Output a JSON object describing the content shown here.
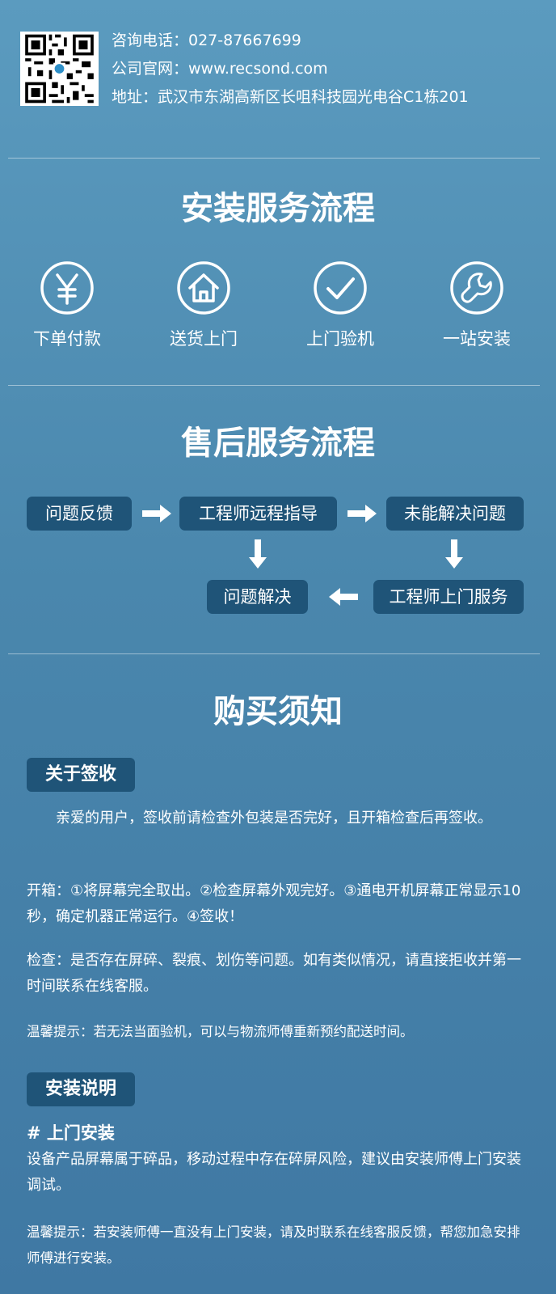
{
  "contact": {
    "phone_label": "咨询电话：027-87667699",
    "site_label": "公司官网：www.recsond.com",
    "address_label": "地址：武汉市东湖高新区长咀科技园光电谷C1栋201"
  },
  "install": {
    "title": "安装服务流程",
    "steps": [
      {
        "label": "下单付款",
        "icon": "yen-icon"
      },
      {
        "label": "送货上门",
        "icon": "house-icon"
      },
      {
        "label": "上门验机",
        "icon": "check-icon"
      },
      {
        "label": "一站安装",
        "icon": "wrench-icon"
      }
    ]
  },
  "after_sales": {
    "title": "售后服务流程",
    "steps": [
      "问题反馈",
      "工程师远程指导",
      "未能解决问题",
      "工程师上门服务",
      "问题解决"
    ]
  },
  "notice": {
    "title": "购买须知",
    "receipt": {
      "tag": "关于签收",
      "intro": "亲爱的用户，签收前请检查外包装是否完好，且开箱检查后再签收。",
      "unbox": "开箱：①将屏幕完全取出。②检查屏幕外观完好。③通电开机屏幕正常显示10秒，确定机器正常运行。④签收！",
      "inspect": "检查：是否存在屏碎、裂痕、划伤等问题。如有类似情况，请直接拒收并第一时间联系在线客服。",
      "tip": "温馨提示：若无法当面验机，可以与物流师傅重新预约配送时间。"
    },
    "installation": {
      "tag": "安装说明",
      "subhead": "# 上门安装",
      "body": "设备产品屏幕属于碎品，移动过程中存在碎屏风险，建议由安装师傅上门安装调试。",
      "tip": "温馨提示：若安装师傅一直没有上门安装，请及时联系在线客服反馈，帮您加急安排师傅进行安装。"
    }
  }
}
